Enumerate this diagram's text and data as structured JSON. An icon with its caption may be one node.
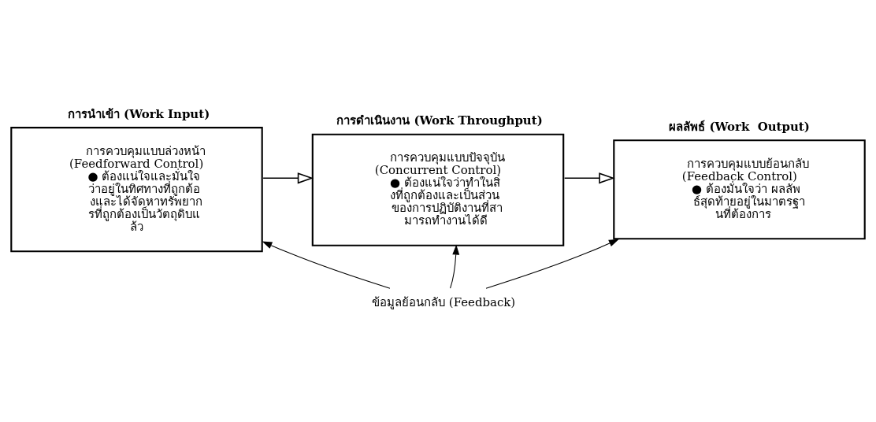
{
  "diagram": {
    "nodes": [
      {
        "text": [
          "การนำเข้า (Work Input)",
          "การควบคุมแบบล่วงหน้า",
          "(Feedforward Control)",
          "● ต้องแน่ใจและมั่นใจว่าอยู่ในทิศทางที่ถูกต้องและได้จัดหาทรัพยากรที่ถูกต้องเป็นวัตถุดิบแล้ว"
        ]
      },
      {
        "text": [
          "การดำเนินงาน (Work Throughput)",
          "การควบคุมแบบปัจจุบัน",
          "(Concurrent Control)",
          "● ต้องแน่ใจว่าทำในสิ่งที่ถูกต้องและเป็นส่วนของการปฏิบัติงานที่สามารถทำงานได้ดี"
        ]
      },
      {
        "text": [
          "ผลลัพธ์ (Work  Output)",
          "การควบคุมแบบย้อนกลับ",
          "(Feedback Control)",
          "● ต้องมั่นใจว่า ผลลัพธ์สุดท้ายอยู่ในมาตรฐานที่ต้องการ"
        ]
      },
      {
        "text": [
          "ข้อมูลย้อนกลับ (Feedback)"
        ]
      }
    ],
    "edges": [
      {
        "from": 0,
        "to": 1,
        "arrow": "to"
      },
      {
        "from": 1,
        "to": 2,
        "arrow": "to"
      },
      {
        "from": 3,
        "to": 0,
        "arrow": "to"
      },
      {
        "from": 3,
        "to": 1,
        "arrow": "to"
      },
      {
        "from": 3,
        "to": 2,
        "arrow": "to"
      }
    ]
  }
}
